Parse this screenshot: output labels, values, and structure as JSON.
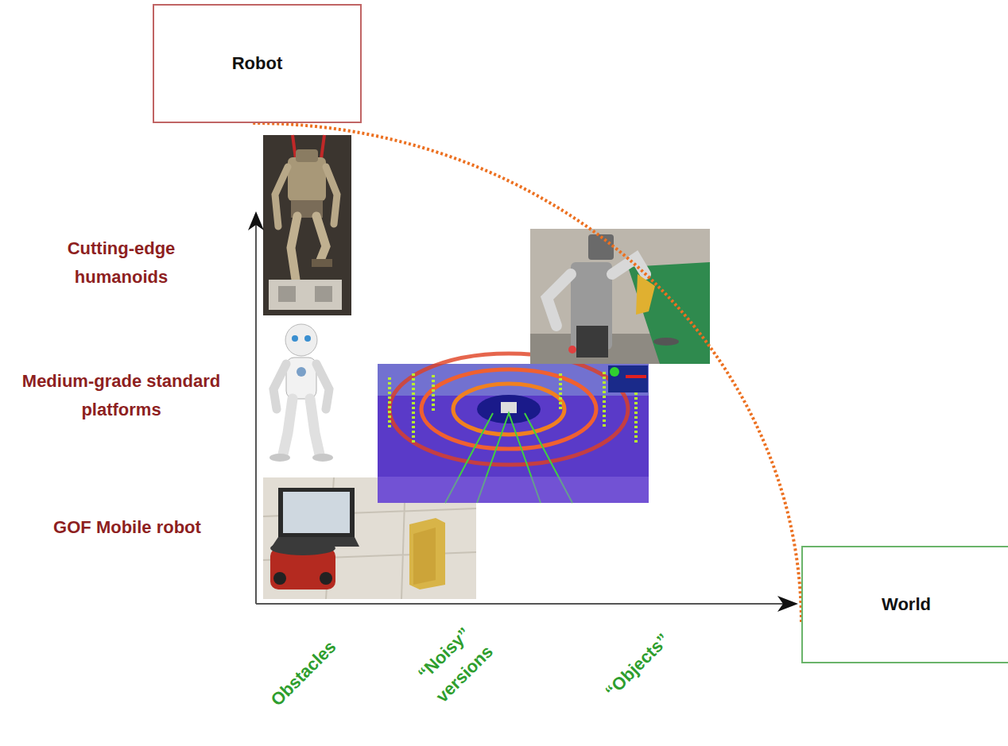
{
  "diagram": {
    "nodes": [
      {
        "text": [
          "Robot"
        ]
      },
      {
        "text": [
          "World"
        ]
      }
    ],
    "edges": [
      {
        "from": 0,
        "to": 1,
        "arrow": "none"
      }
    ],
    "labels": [
      "Cutting-edge humanoids",
      "Medium-grade standard platforms",
      "GOF Mobile robot",
      "Obstacles",
      "“Noisy” versions",
      "“Objects”"
    ]
  }
}
